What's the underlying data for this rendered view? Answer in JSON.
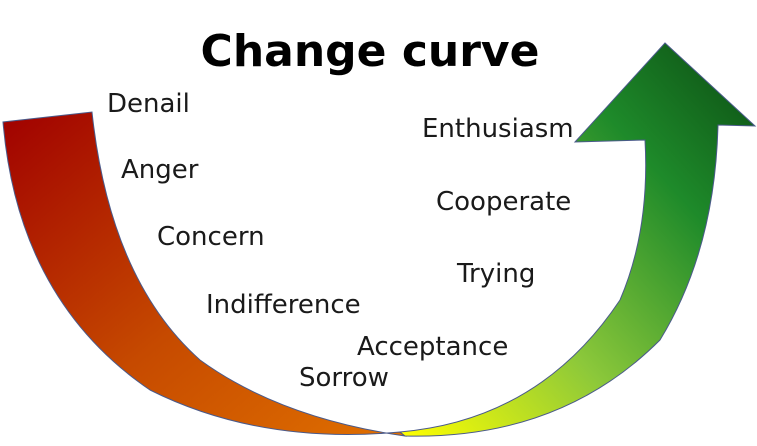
{
  "title": "Change curve",
  "stages": {
    "denail": "Denail",
    "anger": "Anger",
    "concern": "Concern",
    "indifference": "Indifference",
    "sorrow": "Sorrow",
    "acceptance": "Acceptance",
    "trying": "Trying",
    "cooperate": "Cooperate",
    "enthusiasm": "Enthusiasm"
  },
  "colors": {
    "red": "#a00000",
    "orange": "#e07000",
    "yellow": "#ffff00",
    "green": "#1e8a2a",
    "dark_green": "#0b4a12",
    "outline": "#4a5a8a"
  },
  "icons": {
    "arrow": "u-shaped-curved-arrow"
  }
}
